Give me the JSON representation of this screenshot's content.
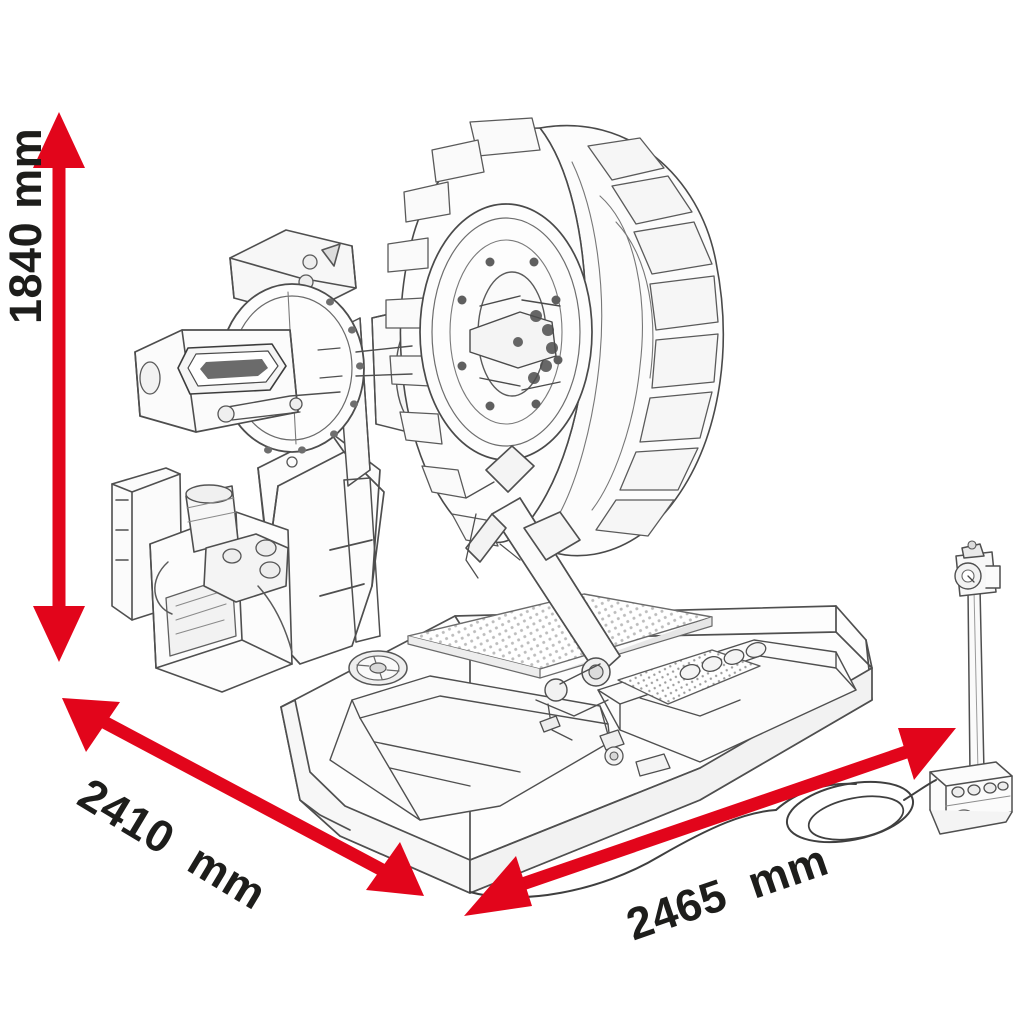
{
  "diagram": {
    "title": "Heavy duty tyre changer overall dimensions",
    "subject": "truck and agricultural tyre changer machine with tractor tyre mounted on chuck, hydraulic power pack, grid base platform, bead breaker arm and remote pedal control unit connected by a coiled hose",
    "background_color": "#ffffff",
    "line_color": "#4d4d4d",
    "accent_color": "#e2051b",
    "text_color": "#1d1d1b"
  },
  "dimensions": {
    "height": {
      "value": "1840",
      "unit": "mm",
      "label": "1840 mm",
      "orientation": "vertical",
      "arrow": "double-headed"
    },
    "depth": {
      "value": "2410",
      "unit": "mm",
      "label": "2410  mm",
      "orientation": "diagonal-front-left",
      "arrow": "double-headed"
    },
    "width": {
      "value": "2465",
      "unit": "mm",
      "label": "2465  mm",
      "orientation": "diagonal-front-right",
      "arrow": "double-headed"
    }
  },
  "machine_parts": {
    "tyre": "agricultural tractor tyre with deep lug tread",
    "chuck": "four jaw self centring chuck",
    "tool_head": "hydraulic mount demount tool head with badge",
    "power_pack": "hydraulic power unit with motor and valve block",
    "base": "welded steel base frame with grid tread plate",
    "bead_breaker": "roller bead breaker arm",
    "control_unit": "mobile pedal control unit on column with pressure gauge",
    "hose": "coiled connection hose"
  }
}
